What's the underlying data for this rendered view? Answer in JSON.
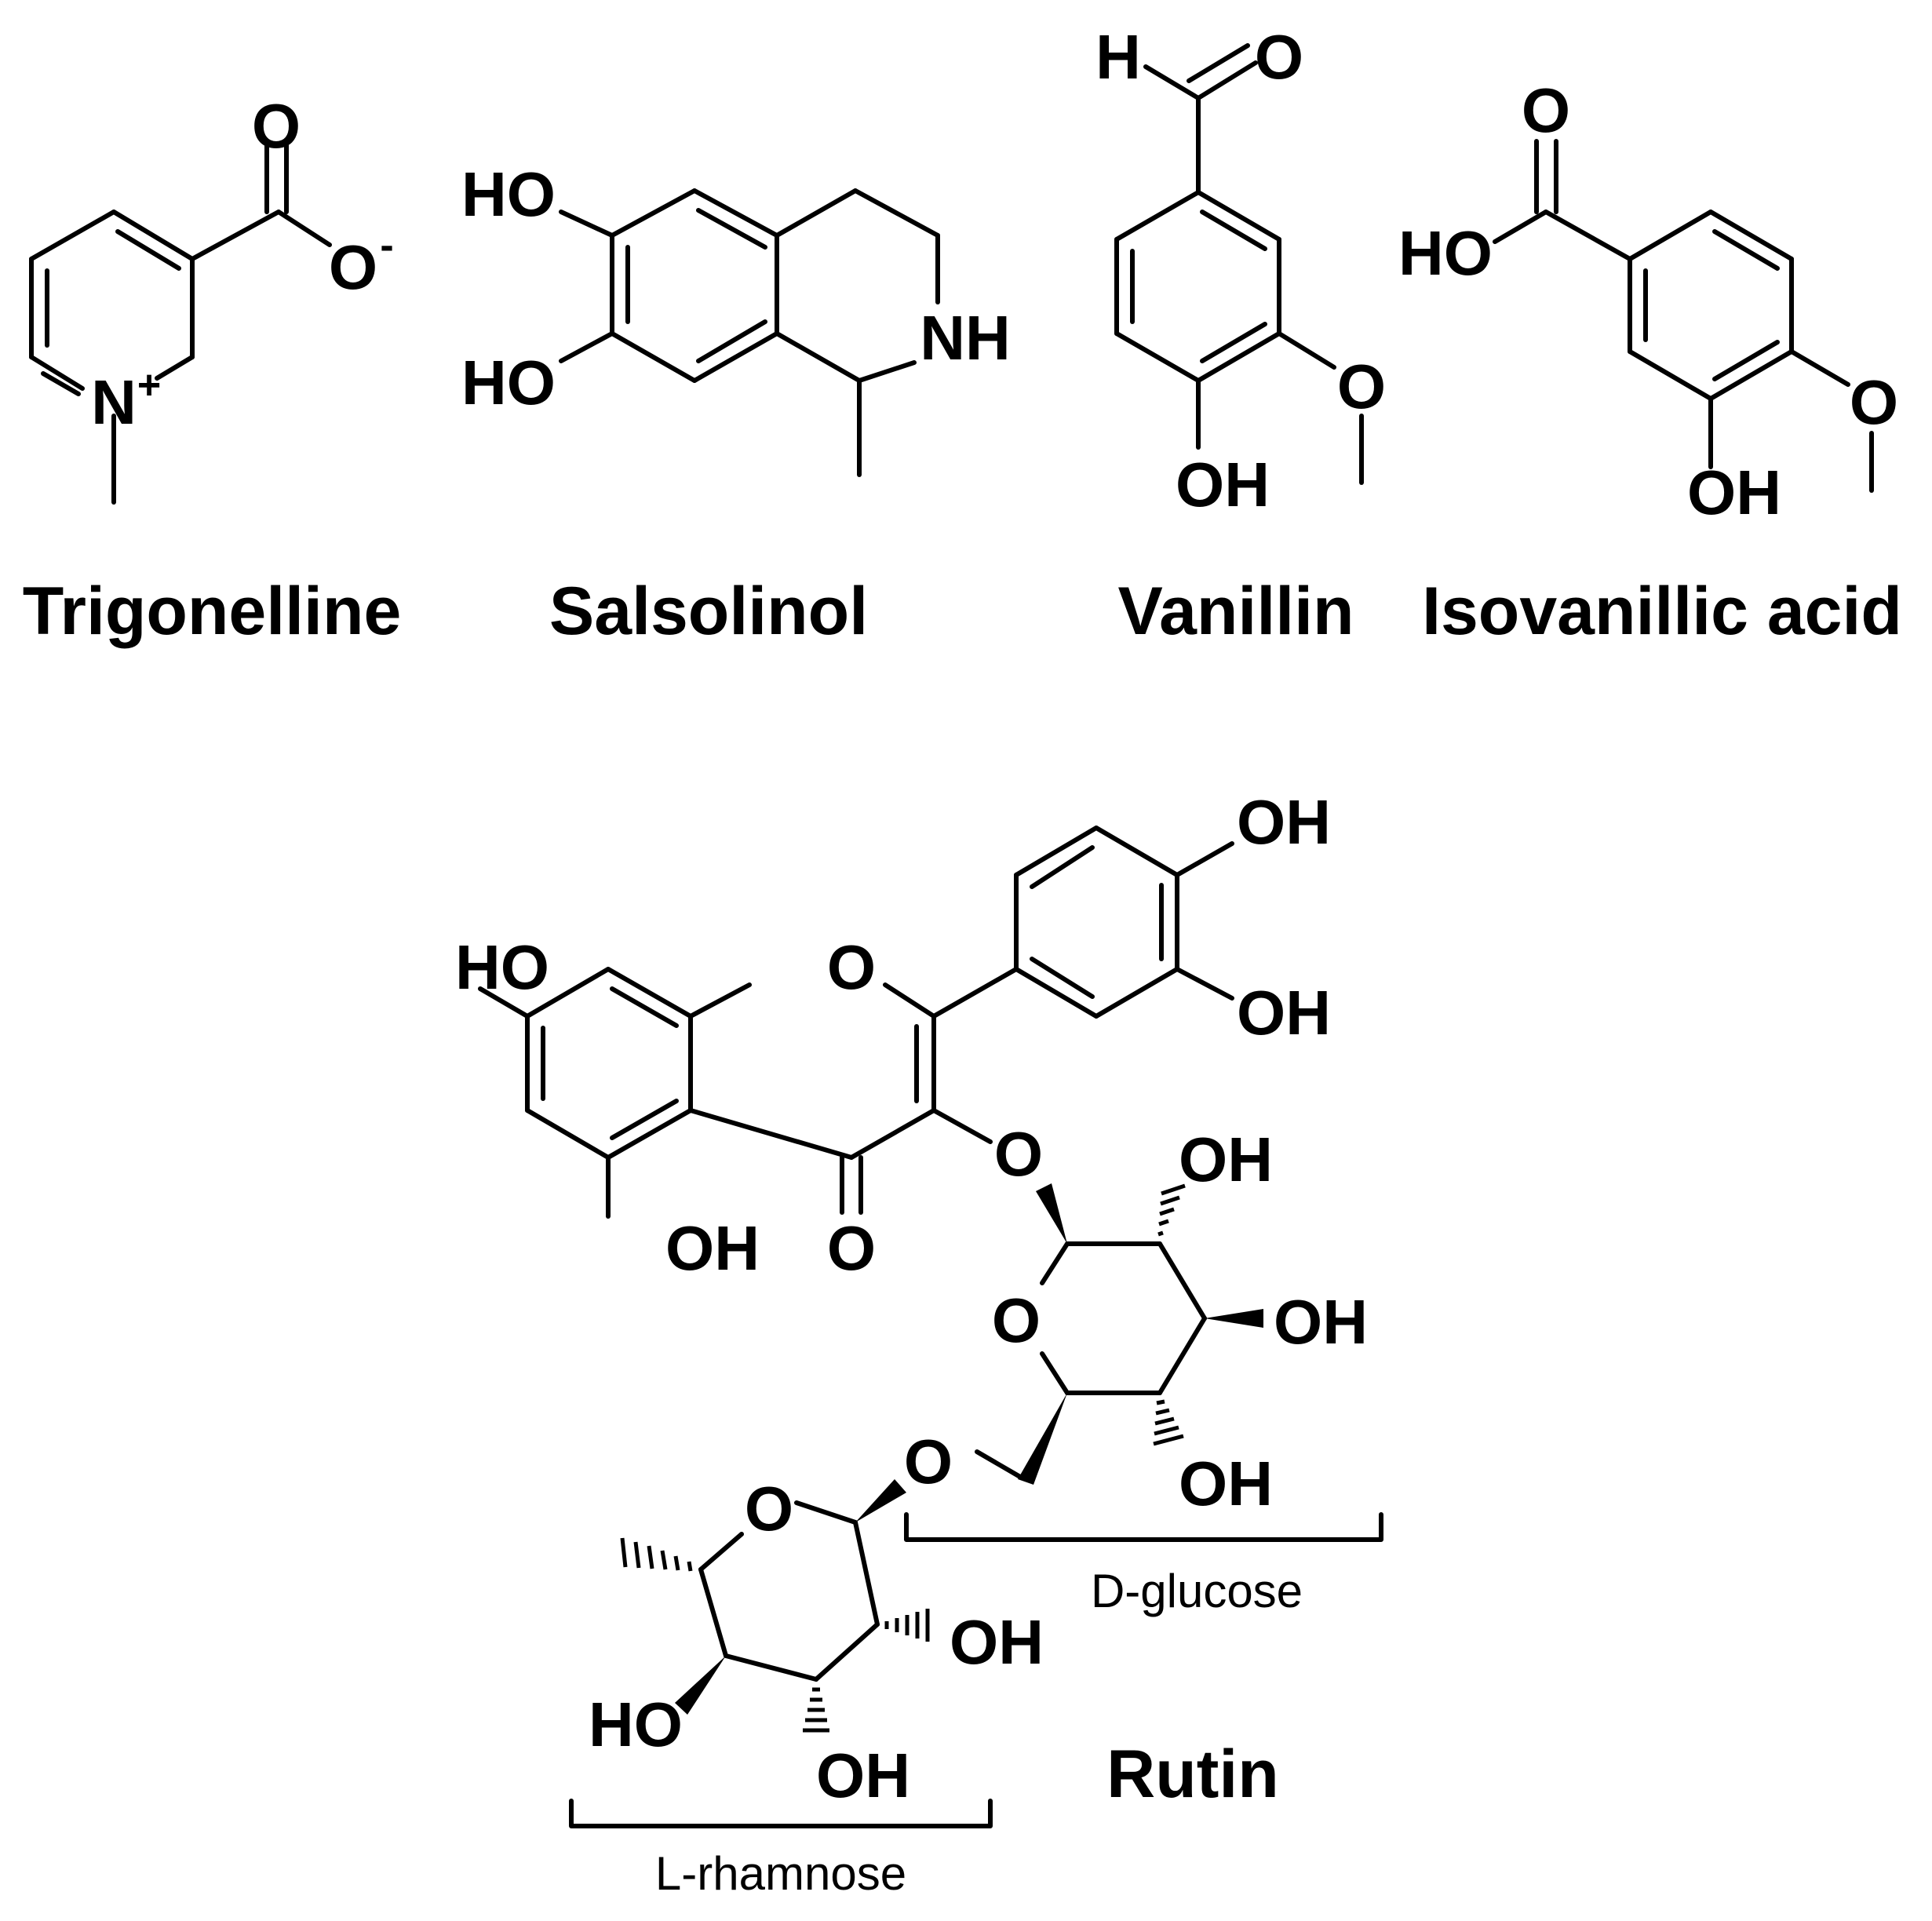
{
  "compounds": [
    {
      "name": "Trigonelline"
    },
    {
      "name": "Salsolinol"
    },
    {
      "name": "Vanillin"
    },
    {
      "name": "Isovanillic acid"
    },
    {
      "name": "Rutin"
    }
  ],
  "labels": {
    "o": "O",
    "o_minus": "O",
    "minus": "-",
    "n_plus": "N",
    "plus": "+",
    "oh": "OH",
    "ho": "HO",
    "nh": "NH",
    "h": "H"
  },
  "sugars": {
    "glucose": "D-glucose",
    "rhamnose": "L-rhamnose"
  }
}
